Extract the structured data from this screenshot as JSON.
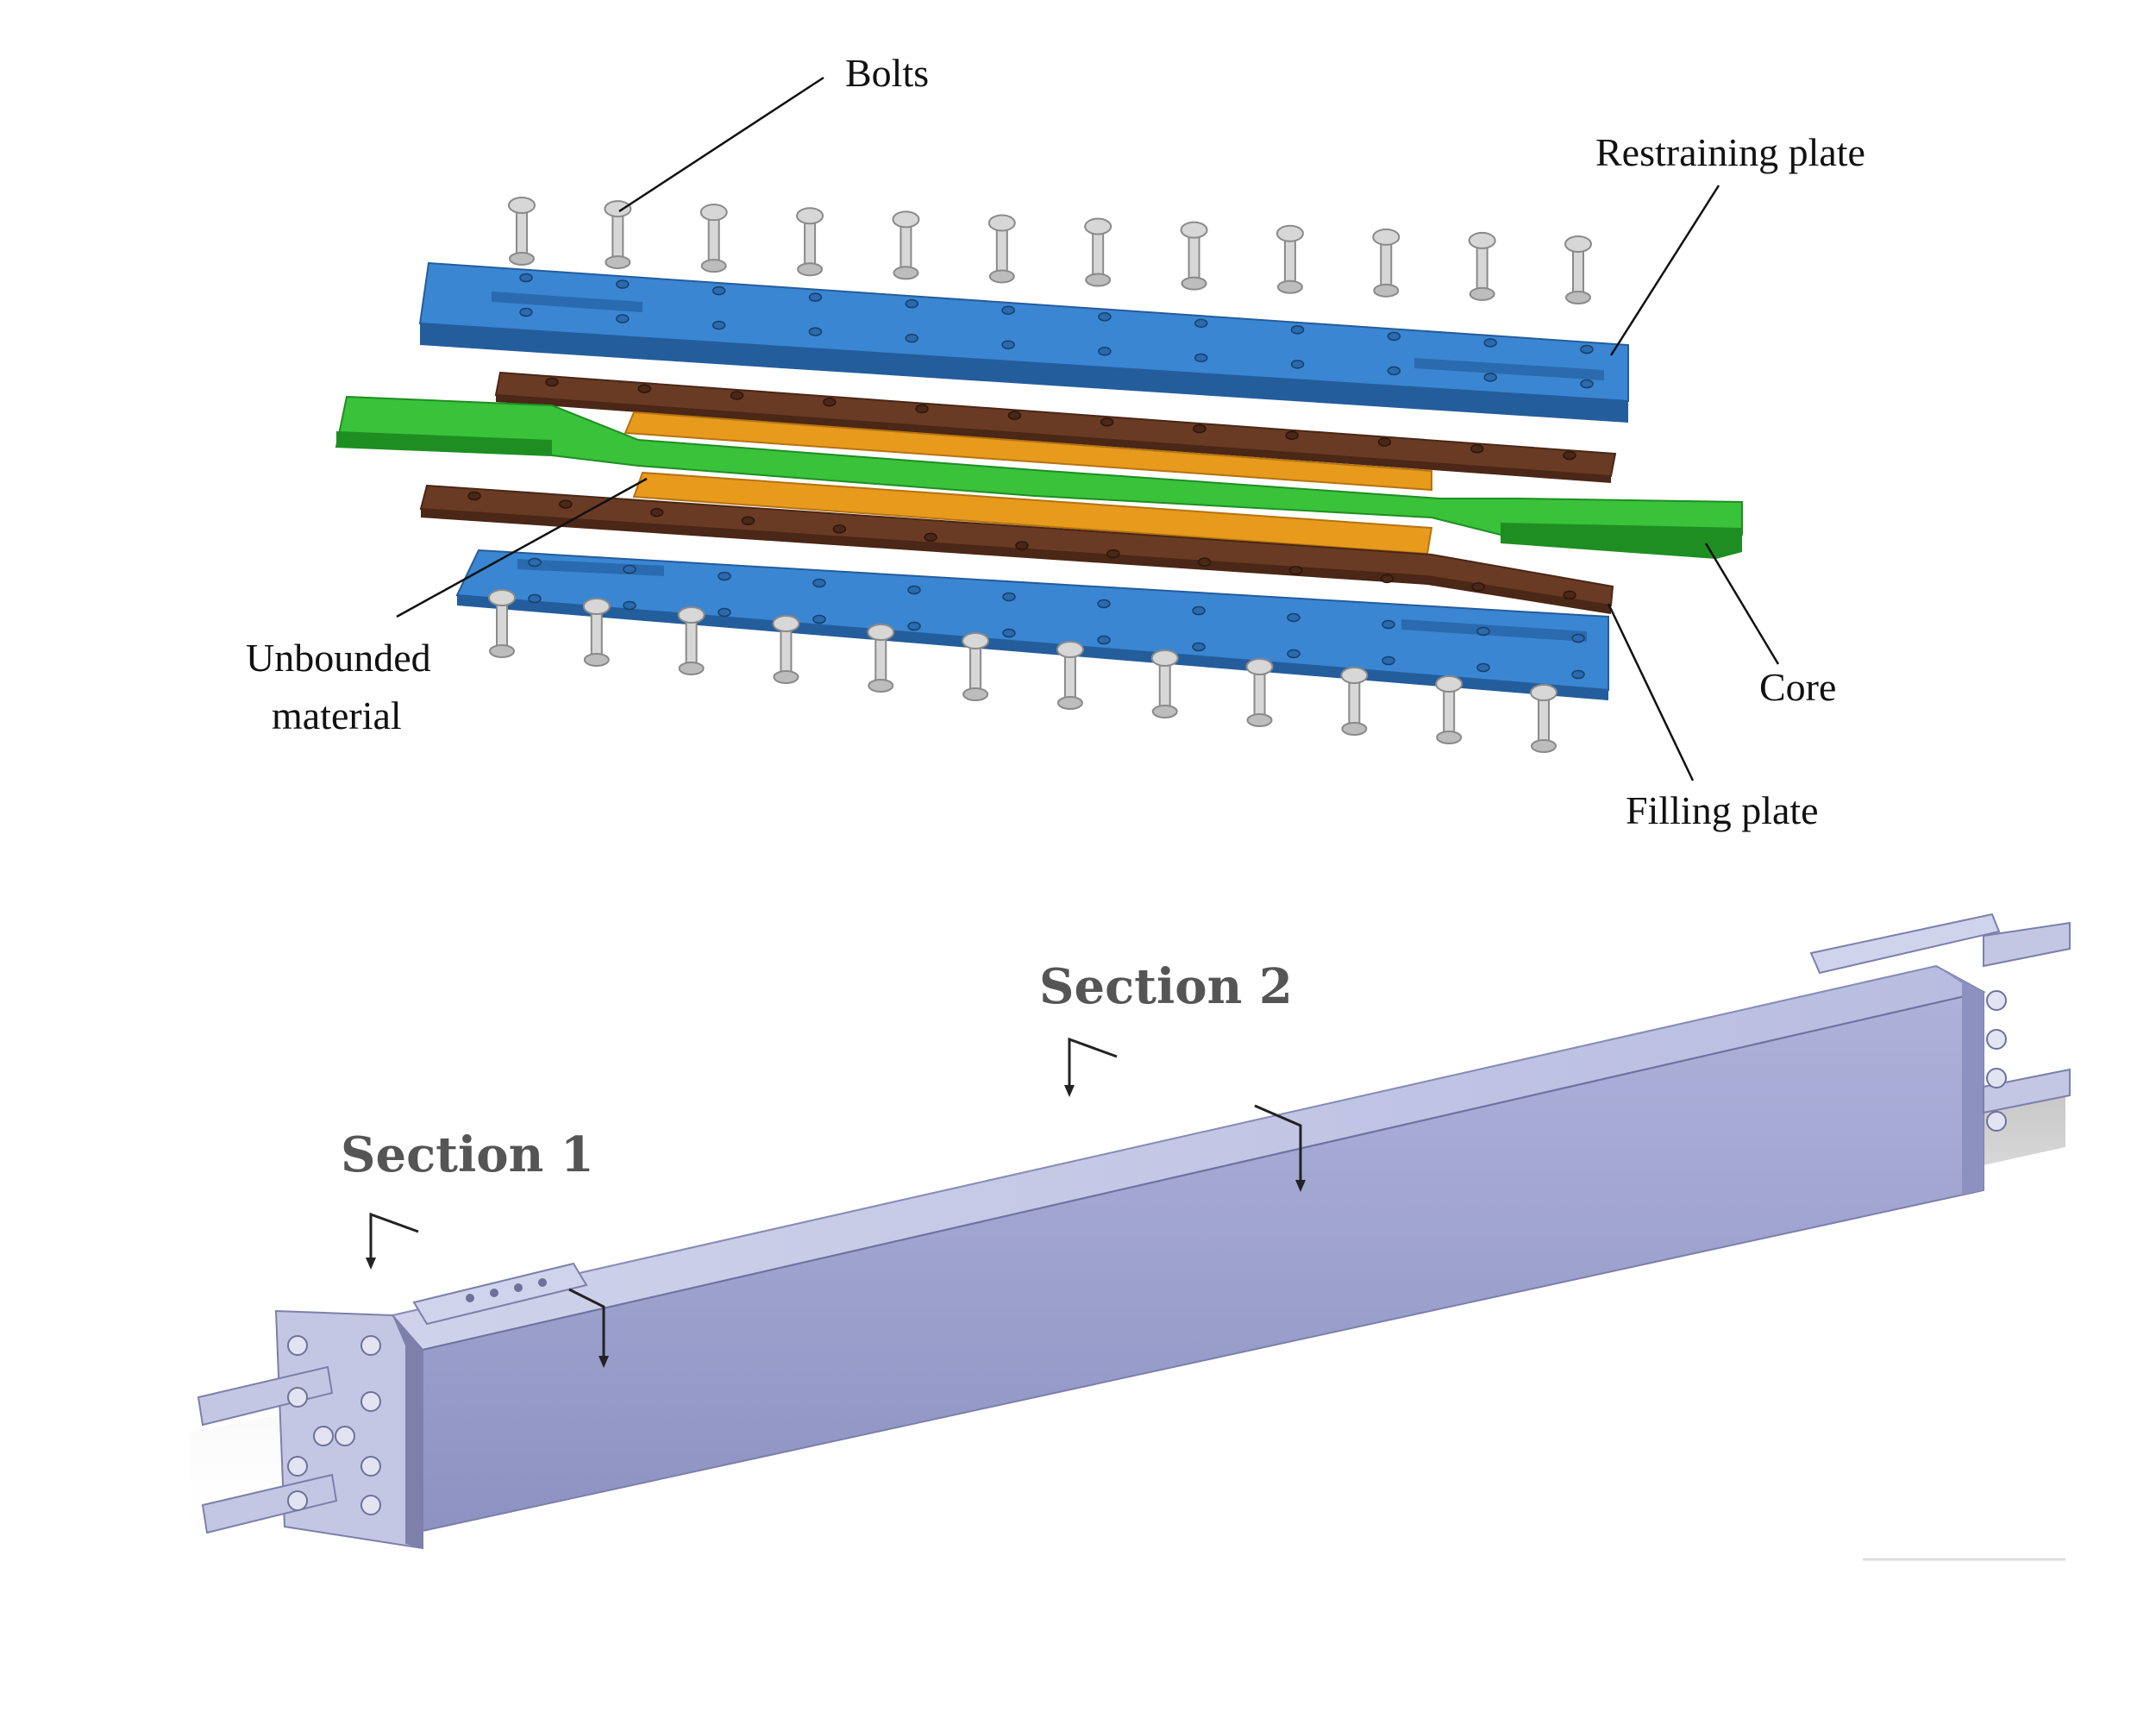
{
  "colors": {
    "restraining_plate": "#3a86d2",
    "restraining_plate_dark": "#245d9c",
    "filling_plate": "#6a3b24",
    "filling_plate_dark": "#4a2716",
    "core": "#39c23a",
    "core_dark": "#1f8e22",
    "unbonded_material": "#e79a1c",
    "bolt": "#d7d7d7",
    "bolt_dark": "#8a8a8a",
    "brace_top": "#c4c7e3",
    "brace_side": "#9fa3cf",
    "brace_edge": "#7c80aa"
  },
  "exploded_view": {
    "labels": {
      "bolts": "Bolts",
      "restraining_plate": "Restraining plate",
      "unbounded_line1": "Unbounded",
      "unbounded_line2": "material",
      "core": "Core",
      "filling_plate": "Filling plate"
    },
    "bolts_per_row": 12
  },
  "assembled_view": {
    "section_1": "Section 1",
    "section_2": "Section 2"
  }
}
